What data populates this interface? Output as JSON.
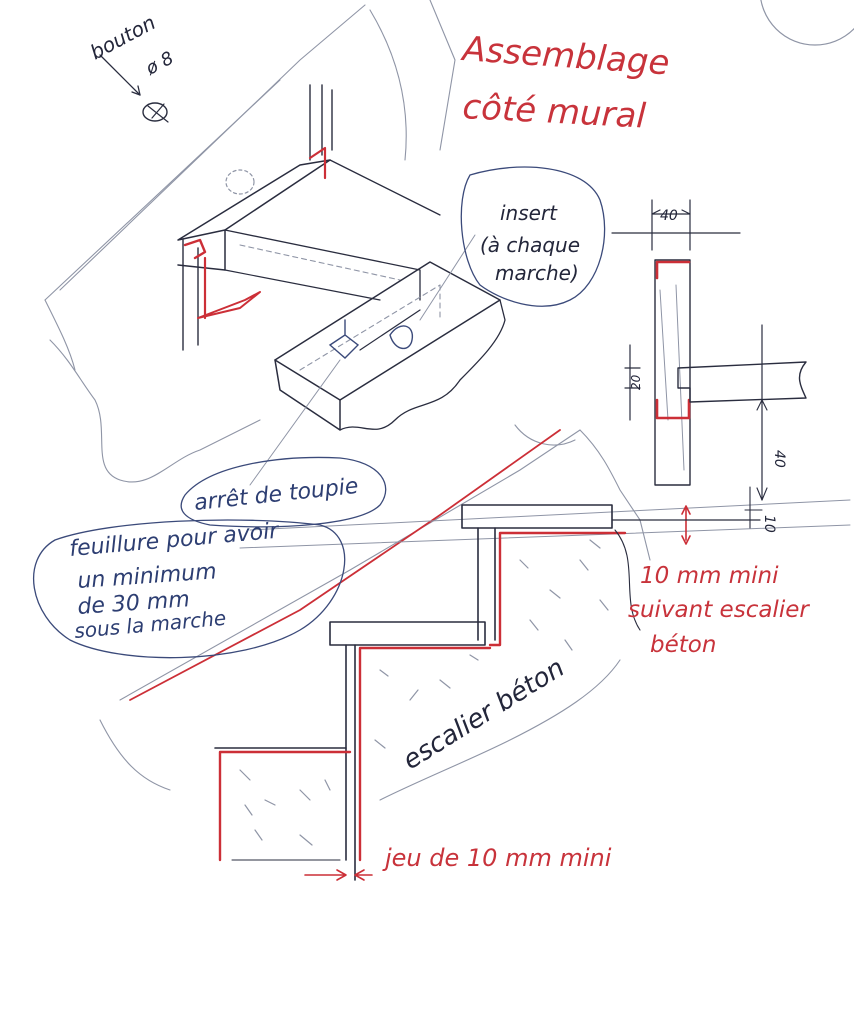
{
  "title": {
    "line1": "Assemblage",
    "line2": "côté mural"
  },
  "labels": {
    "bouton": "bouton",
    "bouton_dim": "ø 8",
    "insert_line1": "insert",
    "insert_line2": "(à chaque",
    "insert_line3": "marche)",
    "arret": "arrêt de toupie",
    "feuillure_line1": "feuillure pour avoir",
    "feuillure_line2": "un minimum",
    "feuillure_line3": "de 30 mm",
    "feuillure_line4": "sous la marche",
    "escalier_beton": "escalier béton",
    "mini10_line1": "10 mm mini",
    "mini10_line2": "suivant escalier",
    "mini10_line3": "béton",
    "jeu": "jeu de 10 mm mini"
  },
  "dimensions": {
    "width": "40",
    "height": "40",
    "groove": "20",
    "gap": "10",
    "offset": "10"
  },
  "colors": {
    "red_ink": "#cc2f37",
    "blue_ink": "#2d3e72",
    "dark_ink": "#2a2d3f"
  }
}
